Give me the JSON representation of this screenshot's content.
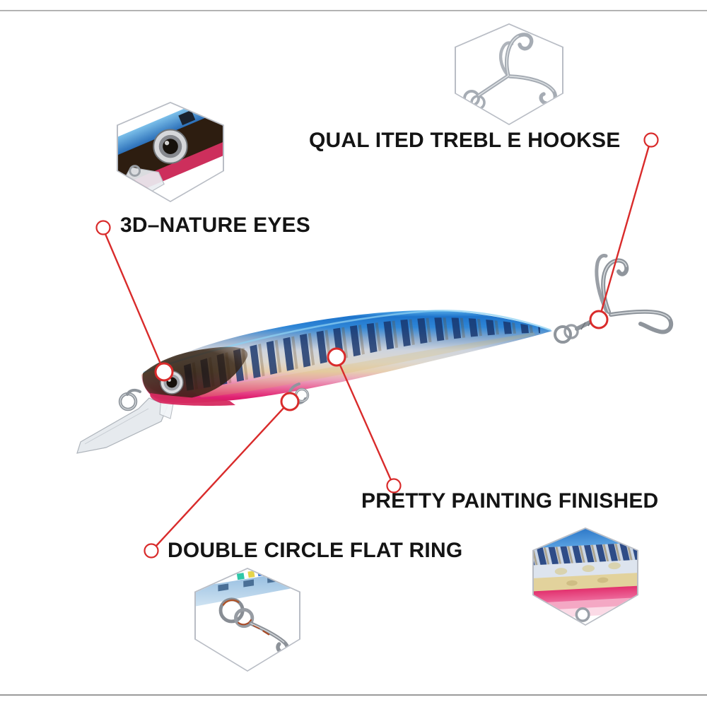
{
  "callouts": {
    "treble_hooks": {
      "label": "QUAL ITED TREBL E HOOKSE"
    },
    "nature_eyes": {
      "label": "3D–NATURE EYES"
    },
    "painting": {
      "label": "PRETTY PAINTING FINISHED"
    },
    "flat_ring": {
      "label": "DOUBLE CIRCLE FLAT RING"
    }
  },
  "colors": {
    "accent_red": "#d92b2b",
    "label_text": "#141414",
    "hexagon_border": "#b9bdc5",
    "divider_gray": "#ababab"
  }
}
